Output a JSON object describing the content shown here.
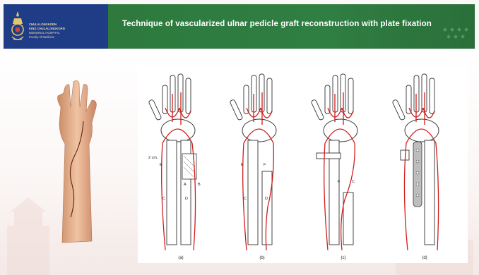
{
  "header": {
    "title": "Technique of vascularized ulnar pedicle graft reconstruction with plate fixation",
    "logo_lines": [
      "CHULALONGKORN",
      "KING CHULALONGKORN",
      "MEMORIAL HOSPITAL",
      "Faculty of Medicine"
    ]
  },
  "figure": {
    "panels": [
      {
        "label": "(a)",
        "annotations": [
          "2 cm.",
          "E",
          "A",
          "B",
          "C",
          "D"
        ]
      },
      {
        "label": "(b)",
        "annotations": [
          "E",
          "F",
          "C",
          "D"
        ]
      },
      {
        "label": "(c)",
        "annotations": [
          "F",
          "C"
        ]
      },
      {
        "label": "(d)",
        "annotations": []
      }
    ]
  },
  "colors": {
    "header_blue": "#1f3c86",
    "header_green": "#2e7a3d",
    "vessel_red": "#d21d1d"
  }
}
